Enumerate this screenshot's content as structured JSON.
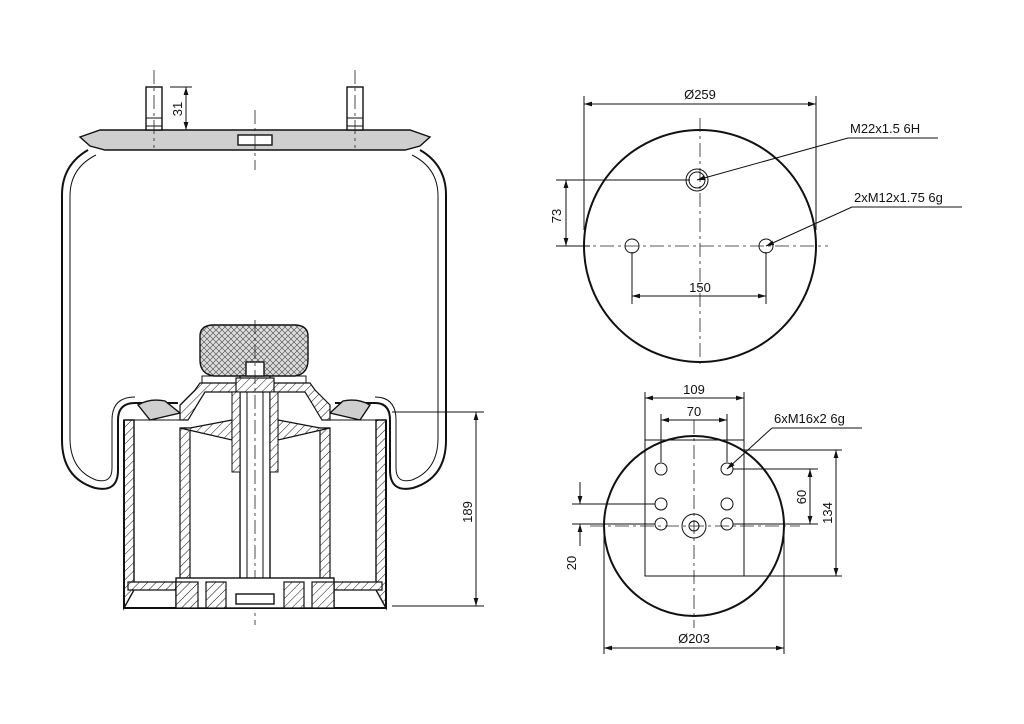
{
  "side_view": {
    "stud_height": "31",
    "total_height": "189"
  },
  "top_plate": {
    "diameter": "Ø259",
    "center_thread": "M22x1.5 6H",
    "side_threads": "2xM12x1.75 6g",
    "offset": "73",
    "hole_spacing": "150"
  },
  "bottom_plate": {
    "outer_spacing": "109",
    "inner_spacing": "70",
    "threads": "6xM16x2 6g",
    "row_spacing": "60",
    "height": "134",
    "offset": "20",
    "diameter": "Ø203"
  }
}
